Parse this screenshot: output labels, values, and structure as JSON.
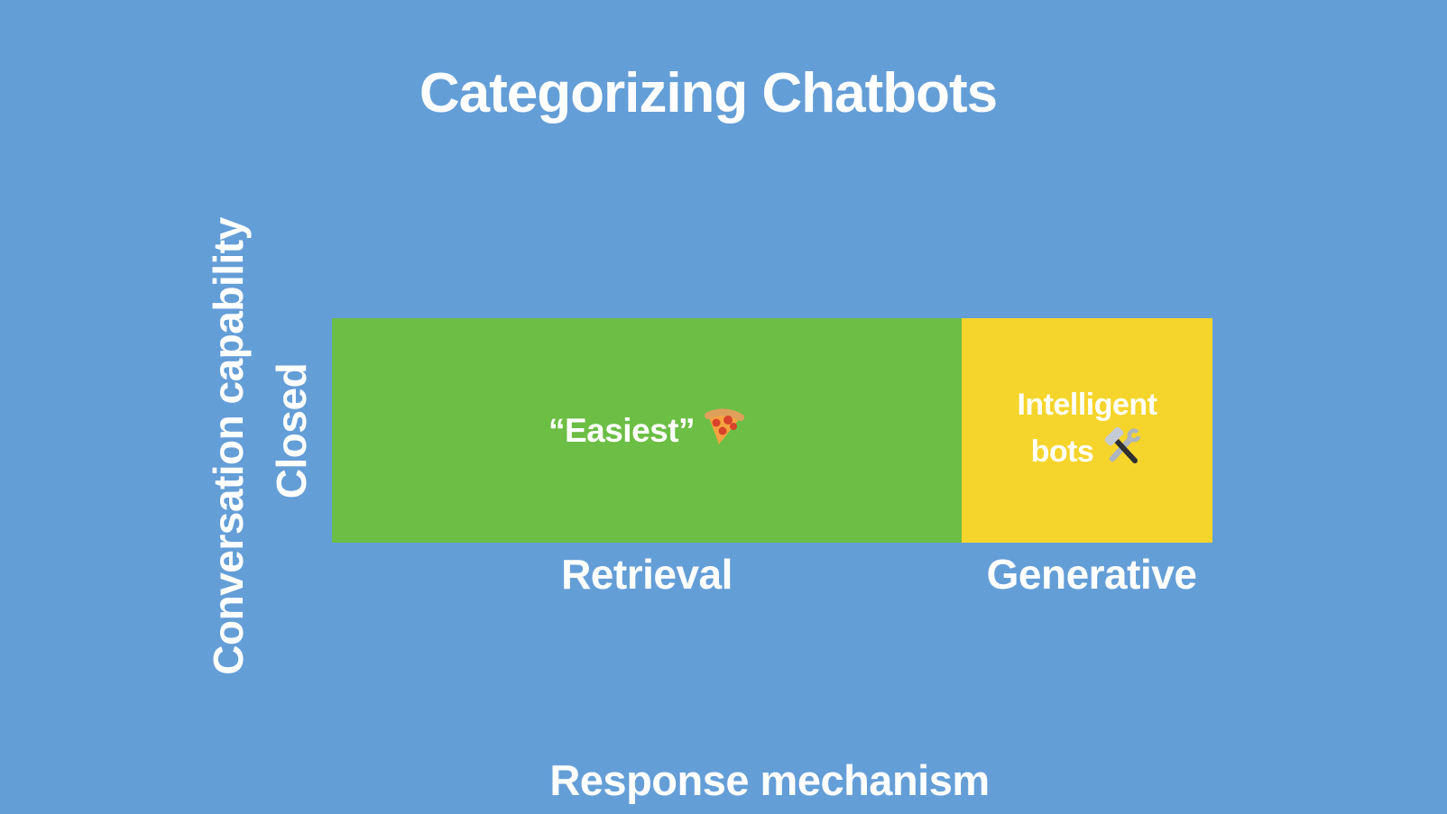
{
  "title": "Categorizing Chatbots",
  "colors": {
    "background": "#649ED7",
    "retrieval_cell": "#6CBE45",
    "generative_cell": "#F5D42B",
    "text": "#FFFFFF"
  },
  "y_axis": {
    "label": "Conversation capability",
    "tick": "Closed"
  },
  "x_axis": {
    "label": "Response mechanism",
    "tick_retrieval": "Retrieval",
    "tick_generative": "Generative"
  },
  "cells": {
    "retrieval_closed": {
      "label": "“Easiest”",
      "icon": "pizza-icon"
    },
    "generative_closed": {
      "label_line1": "Intelligent",
      "label_line2": "bots",
      "icon": "hammer-wrench-icon"
    }
  }
}
